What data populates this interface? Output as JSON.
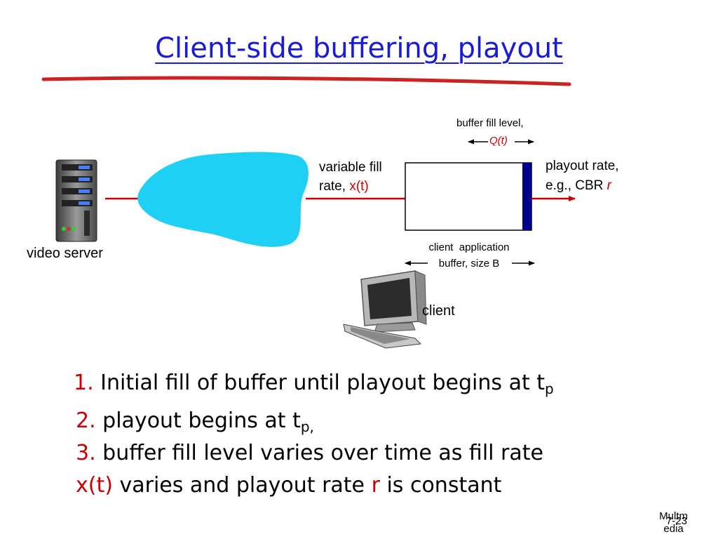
{
  "title": "Client-side buffering, playout",
  "colors": {
    "title": "#1a1ad9",
    "accent_red": "#cc0000",
    "underline": "#cc2222",
    "network_cloud": "#1fd0f5",
    "buffer_bar": "#00008b"
  },
  "diagram": {
    "video_server_label": "video server",
    "client_label": "client",
    "buffer_fill_level_line1": "buffer fill level,",
    "buffer_fill_level_var": "Q(t)",
    "variable_fill_line1": "variable fill",
    "variable_fill_line2_prefix": "rate,",
    "variable_fill_var": "x(t)",
    "playout_line1": "playout rate,",
    "playout_line2_prefix": "e.g., CBR",
    "playout_var": "r",
    "buffer_caption_line1": "client  application",
    "buffer_caption_line2": "buffer, size B"
  },
  "bullets": [
    {
      "num": "1.",
      "text": "Initial fill of buffer until playout begins at t",
      "sub": "p"
    },
    {
      "num": "2.",
      "text": "playout begins at t",
      "sub": "p,"
    },
    {
      "num": "3.",
      "text": "buffer fill level varies over time as fill rate"
    },
    {
      "var": "x(t)",
      "text_mid": "varies and playout rate",
      "var2": "r",
      "text_end": "is constant"
    }
  ],
  "footer": {
    "line1": "Multm",
    "line2": "edia",
    "page": "7-23"
  }
}
